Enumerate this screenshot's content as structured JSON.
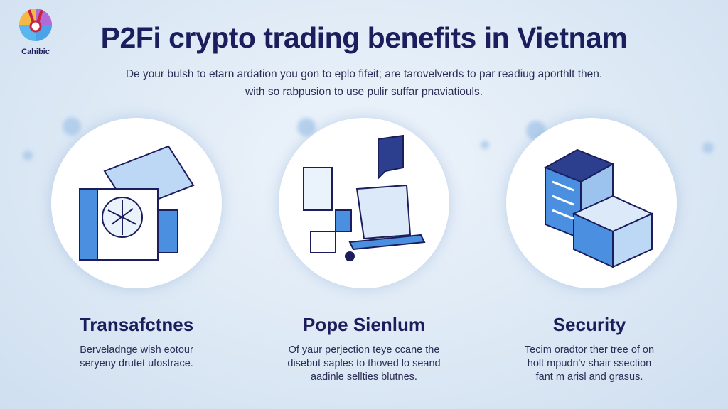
{
  "logo": {
    "text": "Cahibic"
  },
  "header": {
    "title": "P2Fi crypto trading benefits in Vietnam",
    "subtitle_lines": [
      "De your bulsh to etarn ardation you gon to eplo fifeit; are tarovelverds to par readiug aporthlt then.",
      "with so rabpusion to use pulir suffar pnaviatiouls."
    ]
  },
  "cards": [
    {
      "title": "Transafctnes",
      "desc_lines": [
        "Berveladnge wish eotour",
        "seryeny drutet ufostrace."
      ]
    },
    {
      "title": "Pope Sienlum",
      "desc_lines": [
        "Of yaur perjection teye ccane the",
        "disebut saples to thoved lo seand",
        "aadinle sellties blutnes."
      ]
    },
    {
      "title": "Security",
      "desc_lines": [
        "Tecim oradtor ther tree of on",
        "holt mpudn'v shair ssection",
        "fant m arisl and grasus."
      ]
    }
  ],
  "colors": {
    "accent": "#4a8fe0",
    "dark": "#1b1d5c",
    "background": "#dde9f5"
  }
}
